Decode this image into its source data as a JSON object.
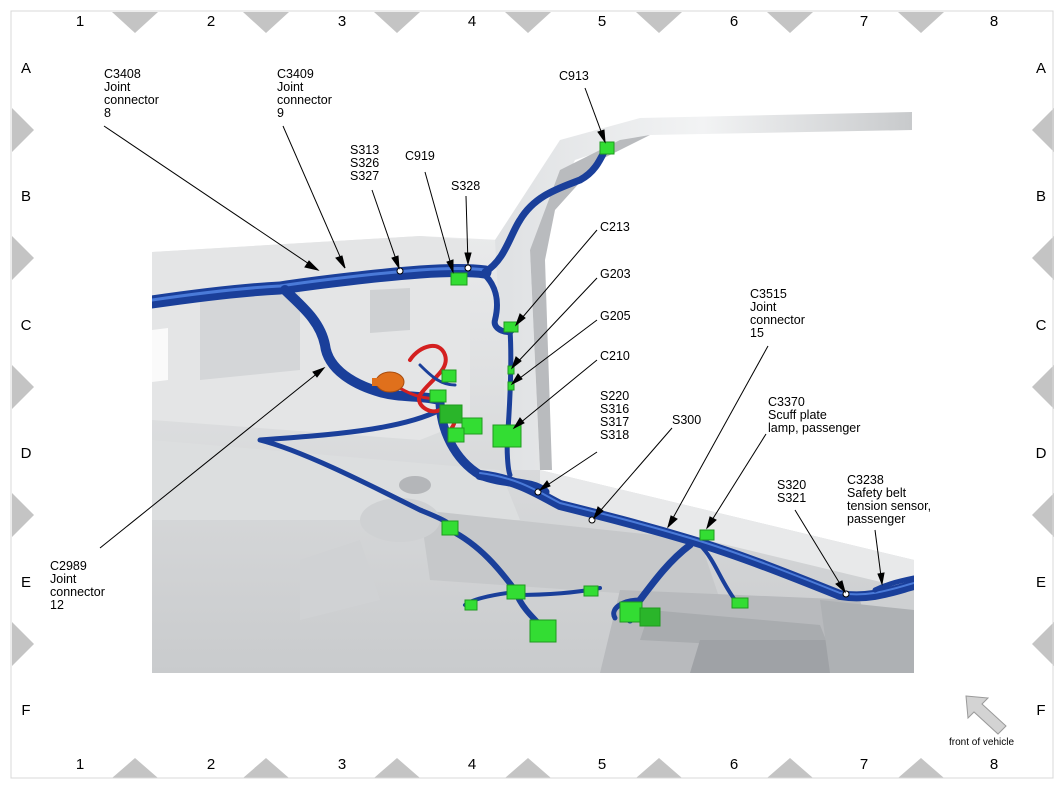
{
  "grid": {
    "columns": [
      "1",
      "2",
      "3",
      "4",
      "5",
      "6",
      "7",
      "8"
    ],
    "rows": [
      "A",
      "B",
      "C",
      "D",
      "E",
      "F"
    ]
  },
  "callouts": {
    "c3408": "C3408\nJoint\nconnector\n8",
    "c3409": "C3409\nJoint\nconnector\n9",
    "s313": "S313\nS326\nS327",
    "c919": "C919",
    "s328": "S328",
    "c913": "C913",
    "c213": "C213",
    "g203": "G203",
    "g205": "G205",
    "c210": "C210",
    "s220": "S220\nS316\nS317\nS318",
    "s300": "S300",
    "c3515": "C3515\nJoint\nconnector\n15",
    "c3370": "C3370\nScuff plate\nlamp, passenger",
    "s320": "S320\nS321",
    "c3238": "C3238\nSafety belt\ntension sensor,\npassenger",
    "c2989": "C2989\nJoint\nconnector\n12"
  },
  "front_of_vehicle": "front of vehicle",
  "colors": {
    "harness": "#1a3f9a",
    "harness_highlight": "#4a7ad8",
    "connector": "#33dd33",
    "connector_dark": "#1f9a1f",
    "red_wire": "#d42020",
    "orange_part": "#e0701c",
    "body_panel": "#d6d8da",
    "grid_marker": "#c4c4c4"
  }
}
